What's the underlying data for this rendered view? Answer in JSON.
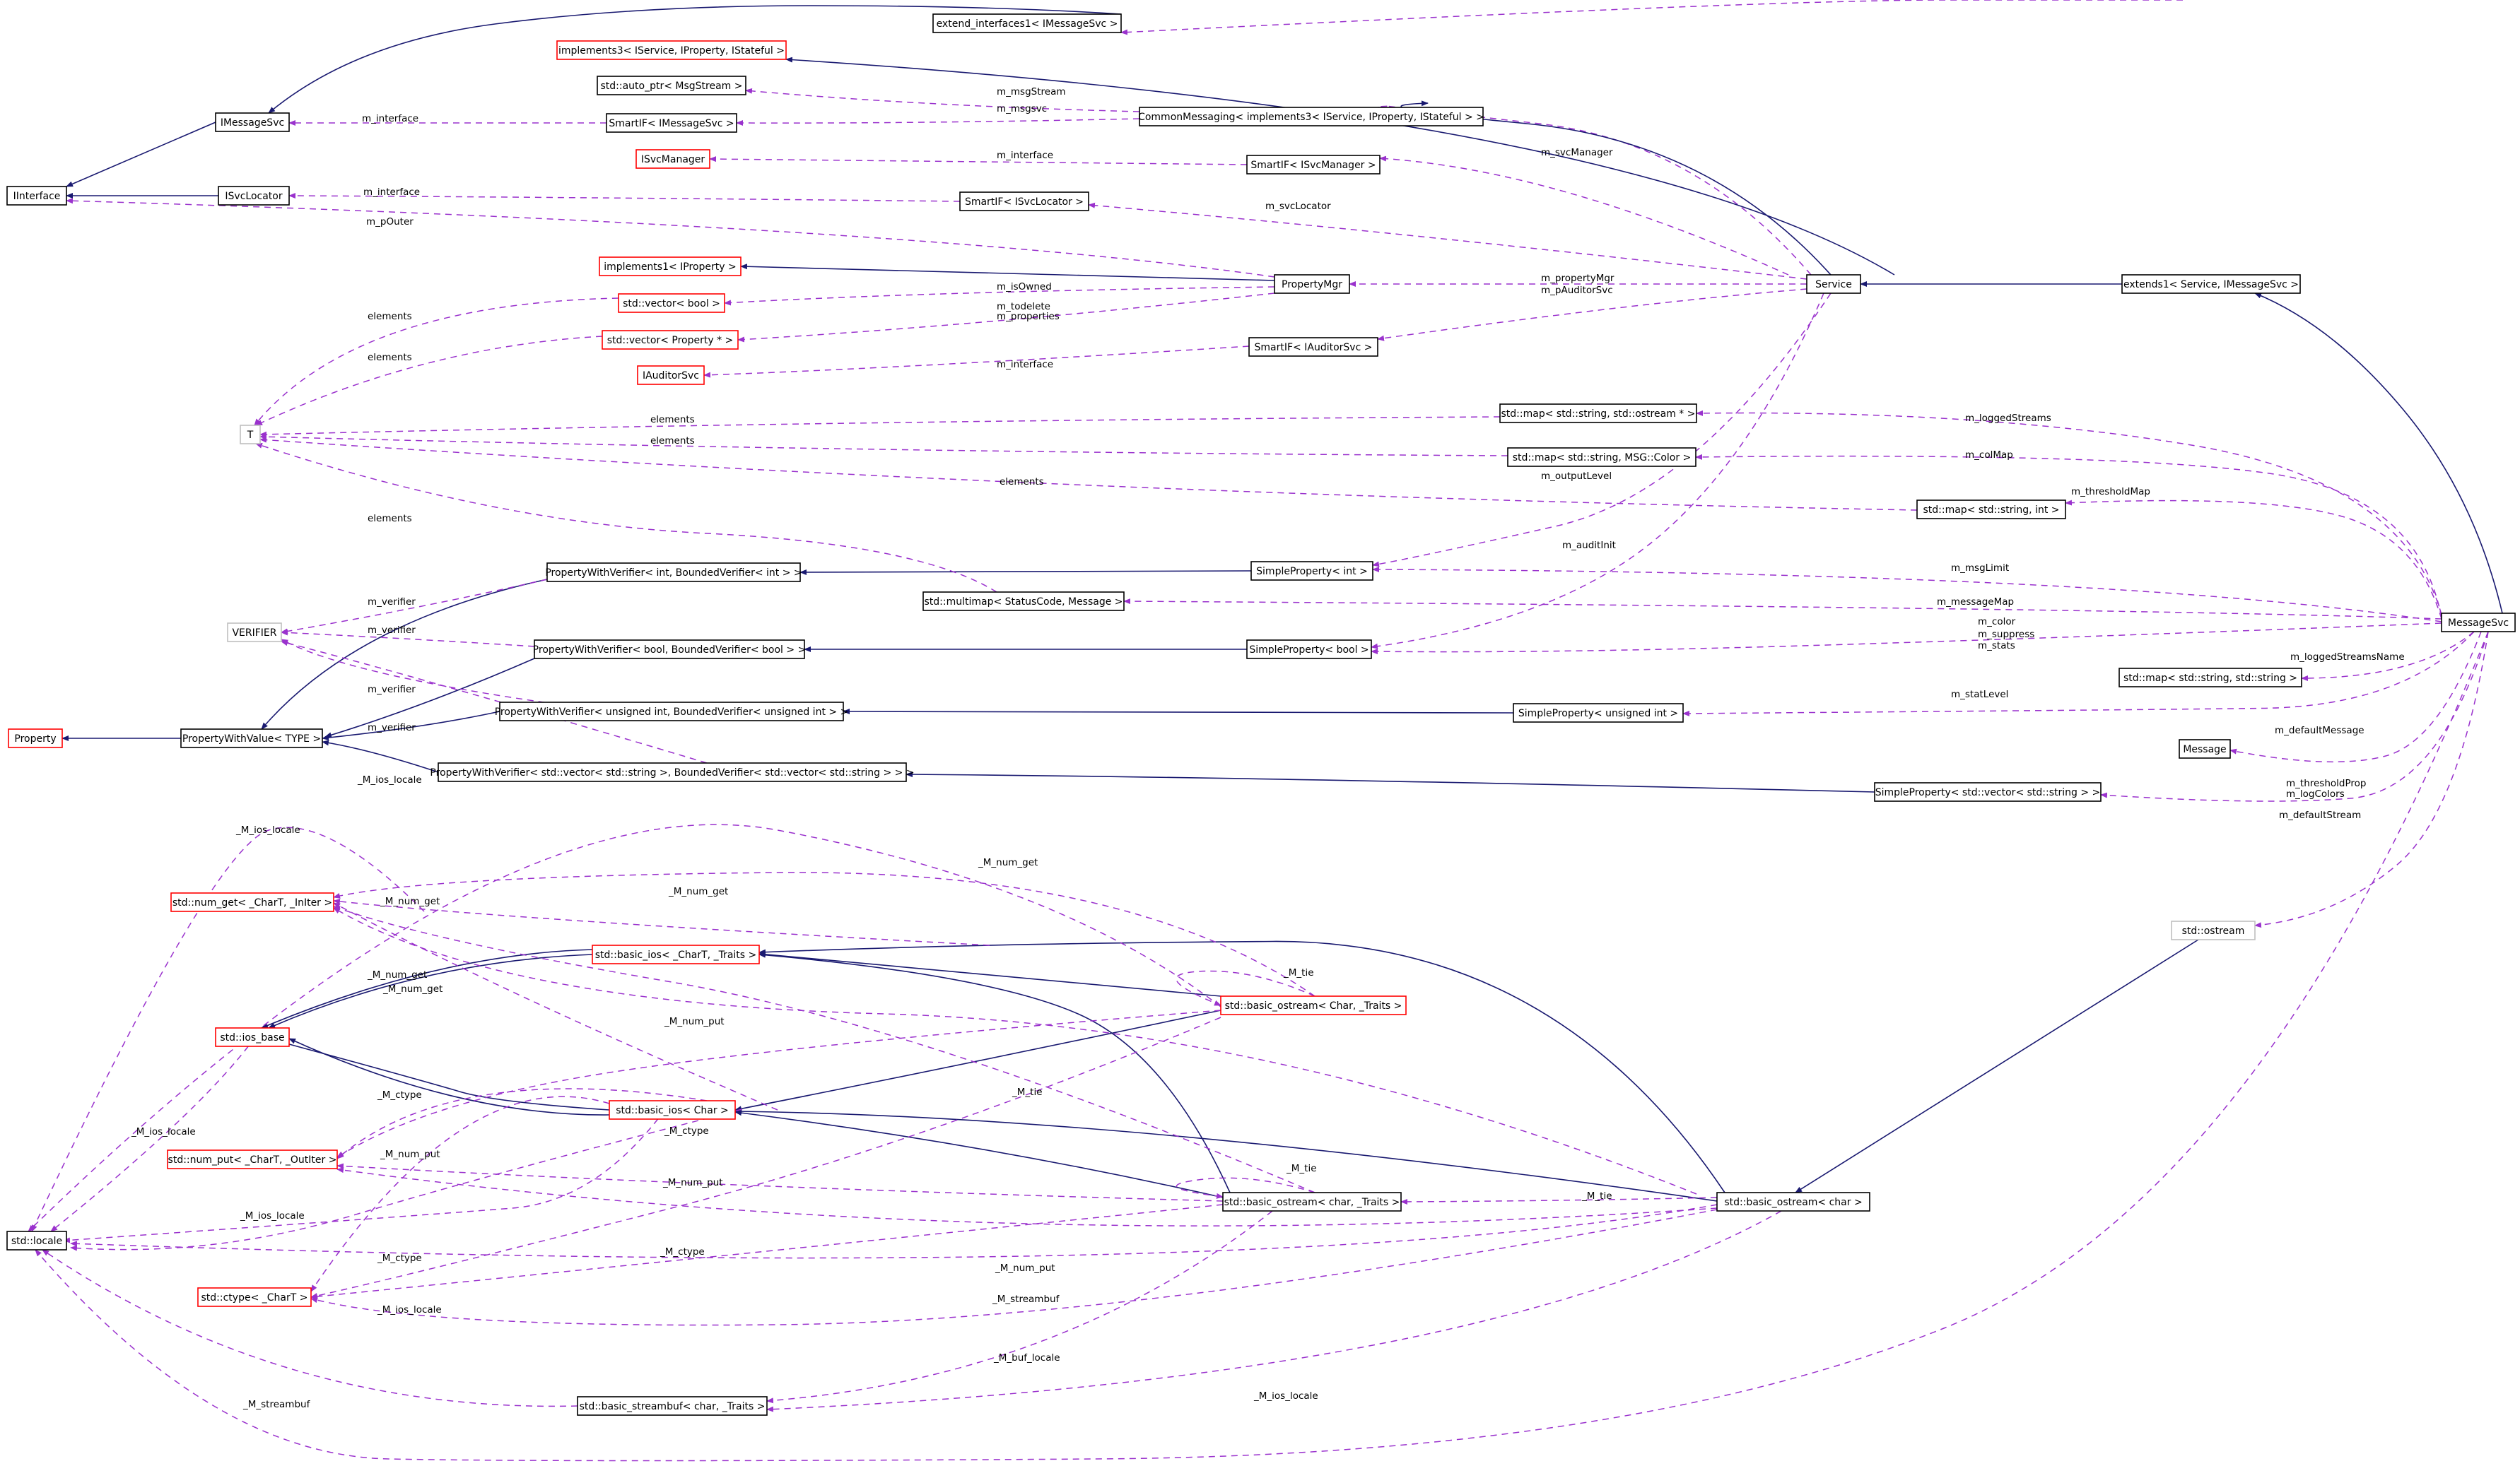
{
  "colors": {
    "inheritance_edge": "#191970",
    "usage_edge": "#9a32cd",
    "node_border_documented": "#000000",
    "node_border_undocumented": "#ff0000",
    "node_border_external": "#bfbfbf",
    "highlight_fill": "#bfbfbf"
  },
  "nodes": [
    {
      "id": "extend_interfaces1",
      "label": "extend_interfaces1< IMessageSvc >",
      "border": "documented"
    },
    {
      "id": "implements3",
      "label": "implements3< IService, IProperty, IStateful >",
      "border": "undocumented"
    },
    {
      "id": "auto_ptr",
      "label": "std::auto_ptr< MsgStream >",
      "border": "documented"
    },
    {
      "id": "IMessageSvc",
      "label": "IMessageSvc",
      "border": "documented"
    },
    {
      "id": "SmartIF_IMessageSvc",
      "label": "SmartIF< IMessageSvc >",
      "border": "documented"
    },
    {
      "id": "CommonMessaging",
      "label": "CommonMessaging< implements3< IService, IProperty, IStateful > >",
      "border": "documented"
    },
    {
      "id": "ISvcManager",
      "label": "ISvcManager",
      "border": "undocumented"
    },
    {
      "id": "SmartIF_ISvcManager",
      "label": "SmartIF< ISvcManager >",
      "border": "documented"
    },
    {
      "id": "IInterface",
      "label": "IInterface",
      "border": "documented"
    },
    {
      "id": "ISvcLocator",
      "label": "ISvcLocator",
      "border": "documented"
    },
    {
      "id": "SmartIF_ISvcLocator",
      "label": "SmartIF< ISvcLocator >",
      "border": "documented"
    },
    {
      "id": "implements1_IProperty",
      "label": "implements1< IProperty >",
      "border": "undocumented"
    },
    {
      "id": "PropertyMgr",
      "label": "PropertyMgr",
      "border": "documented"
    },
    {
      "id": "Service",
      "label": "Service",
      "border": "documented"
    },
    {
      "id": "extends1",
      "label": "extends1< Service, IMessageSvc >",
      "border": "documented"
    },
    {
      "id": "vector_bool",
      "label": "std::vector< bool >",
      "border": "undocumented"
    },
    {
      "id": "vector_Property",
      "label": "std::vector< Property * >",
      "border": "undocumented"
    },
    {
      "id": "SmartIF_IAuditorSvc",
      "label": "SmartIF< IAuditorSvc >",
      "border": "documented"
    },
    {
      "id": "IAuditorSvc",
      "label": "IAuditorSvc",
      "border": "undocumented"
    },
    {
      "id": "T",
      "label": "T",
      "border": "external"
    },
    {
      "id": "map_ostream",
      "label": "std::map< std::string, std::ostream * >",
      "border": "documented"
    },
    {
      "id": "map_Color",
      "label": "std::map< std::string, MSG::Color >",
      "border": "documented"
    },
    {
      "id": "map_int",
      "label": "std::map< std::string, int >",
      "border": "documented"
    },
    {
      "id": "PWV_int",
      "label": "PropertyWithVerifier< int, BoundedVerifier< int > >",
      "border": "documented"
    },
    {
      "id": "SimpleProperty_int",
      "label": "SimpleProperty< int >",
      "border": "documented"
    },
    {
      "id": "multimap",
      "label": "std::multimap< StatusCode, Message >",
      "border": "documented"
    },
    {
      "id": "MessageSvc",
      "label": "MessageSvc",
      "border": "highlight"
    },
    {
      "id": "VERIFIER",
      "label": "VERIFIER",
      "border": "external"
    },
    {
      "id": "PWV_bool",
      "label": "PropertyWithVerifier< bool, BoundedVerifier< bool > >",
      "border": "documented"
    },
    {
      "id": "SimpleProperty_bool",
      "label": "SimpleProperty< bool >",
      "border": "documented"
    },
    {
      "id": "map_string",
      "label": "std::map< std::string, std::string >",
      "border": "documented"
    },
    {
      "id": "PWV_uint",
      "label": "PropertyWithVerifier< unsigned int, BoundedVerifier< unsigned int > >",
      "border": "documented"
    },
    {
      "id": "SimpleProperty_uint",
      "label": "SimpleProperty< unsigned int >",
      "border": "documented"
    },
    {
      "id": "Property",
      "label": "Property",
      "border": "undocumented"
    },
    {
      "id": "PropertyWithValue",
      "label": "PropertyWithValue< TYPE >",
      "border": "documented"
    },
    {
      "id": "Message",
      "label": "Message",
      "border": "documented"
    },
    {
      "id": "PWV_vector",
      "label": "PropertyWithVerifier< std::vector< std::string >, BoundedVerifier< std::vector< std::string > > >",
      "border": "documented"
    },
    {
      "id": "SimpleProperty_vector",
      "label": "SimpleProperty< std::vector< std::string > >",
      "border": "documented"
    },
    {
      "id": "num_get",
      "label": "std::num_get< _CharT, _InIter >",
      "border": "undocumented"
    },
    {
      "id": "ostream",
      "label": "std::ostream",
      "border": "external"
    },
    {
      "id": "basic_ios_CharT",
      "label": "std::basic_ios< _CharT, _Traits >",
      "border": "undocumented"
    },
    {
      "id": "ios_base",
      "label": "std::ios_base",
      "border": "undocumented"
    },
    {
      "id": "basic_ostream_Char",
      "label": "std::basic_ostream< Char, _Traits >",
      "border": "undocumented"
    },
    {
      "id": "basic_ios_Char",
      "label": "std::basic_ios< Char >",
      "border": "undocumented"
    },
    {
      "id": "num_put",
      "label": "std::num_put< _CharT, _OutIter >",
      "border": "undocumented"
    },
    {
      "id": "basic_ostream_char_Traits",
      "label": "std::basic_ostream< char, _Traits >",
      "border": "documented"
    },
    {
      "id": "basic_ostream_char",
      "label": "std::basic_ostream< char >",
      "border": "documented"
    },
    {
      "id": "locale",
      "label": "std::locale",
      "border": "documented"
    },
    {
      "id": "ctype",
      "label": "std::ctype< _CharT >",
      "border": "undocumented"
    },
    {
      "id": "basic_streambuf",
      "label": "std::basic_streambuf< char, _Traits >",
      "border": "documented"
    }
  ],
  "edge_labels": [
    "m_msgStream",
    "m_msgsvc",
    "m_interface",
    "m_interface",
    "m_svcManager",
    "m_interface",
    "m_pOuter",
    "m_svcLocator",
    "elements",
    "m_isOwned",
    "m_propertyMgr",
    "m_pAuditorSvc",
    "elements",
    "m_todelete",
    "m_properties",
    "m_interface",
    "elements",
    "m_loggedStreams",
    "elements",
    "m_colMap",
    "elements",
    "m_thresholdMap",
    "m_outputLevel",
    "elements",
    "m_auditInit",
    "m_msgLimit",
    "m_verifier",
    "m_messageMap",
    "m_verifier",
    "m_color",
    "m_suppress",
    "m_stats",
    "m_verifier",
    "m_loggedStreamsName",
    "m_verifier",
    "m_statLevel",
    "m_defaultMessage",
    "_M_ios_locale",
    "m_thresholdProp",
    "m_logColors",
    "_M_ios_locale",
    "_M_num_get",
    "m_defaultStream",
    "_M_num_get",
    "_M_num_get",
    "_M_tie",
    "_M_num_get",
    "_M_num_get",
    "_M_num_put",
    "_M_ctype",
    "_M_tie",
    "_M_ios_locale",
    "_M_ctype",
    "_M_num_put",
    "_M_tie",
    "_M_num_put",
    "_M_tie",
    "_M_ios_locale",
    "_M_ctype",
    "_M_num_put",
    "_M_ctype",
    "_M_ios_locale",
    "_M_streambuf",
    "_M_buf_locale",
    "_M_streambuf",
    "_M_ios_locale"
  ]
}
